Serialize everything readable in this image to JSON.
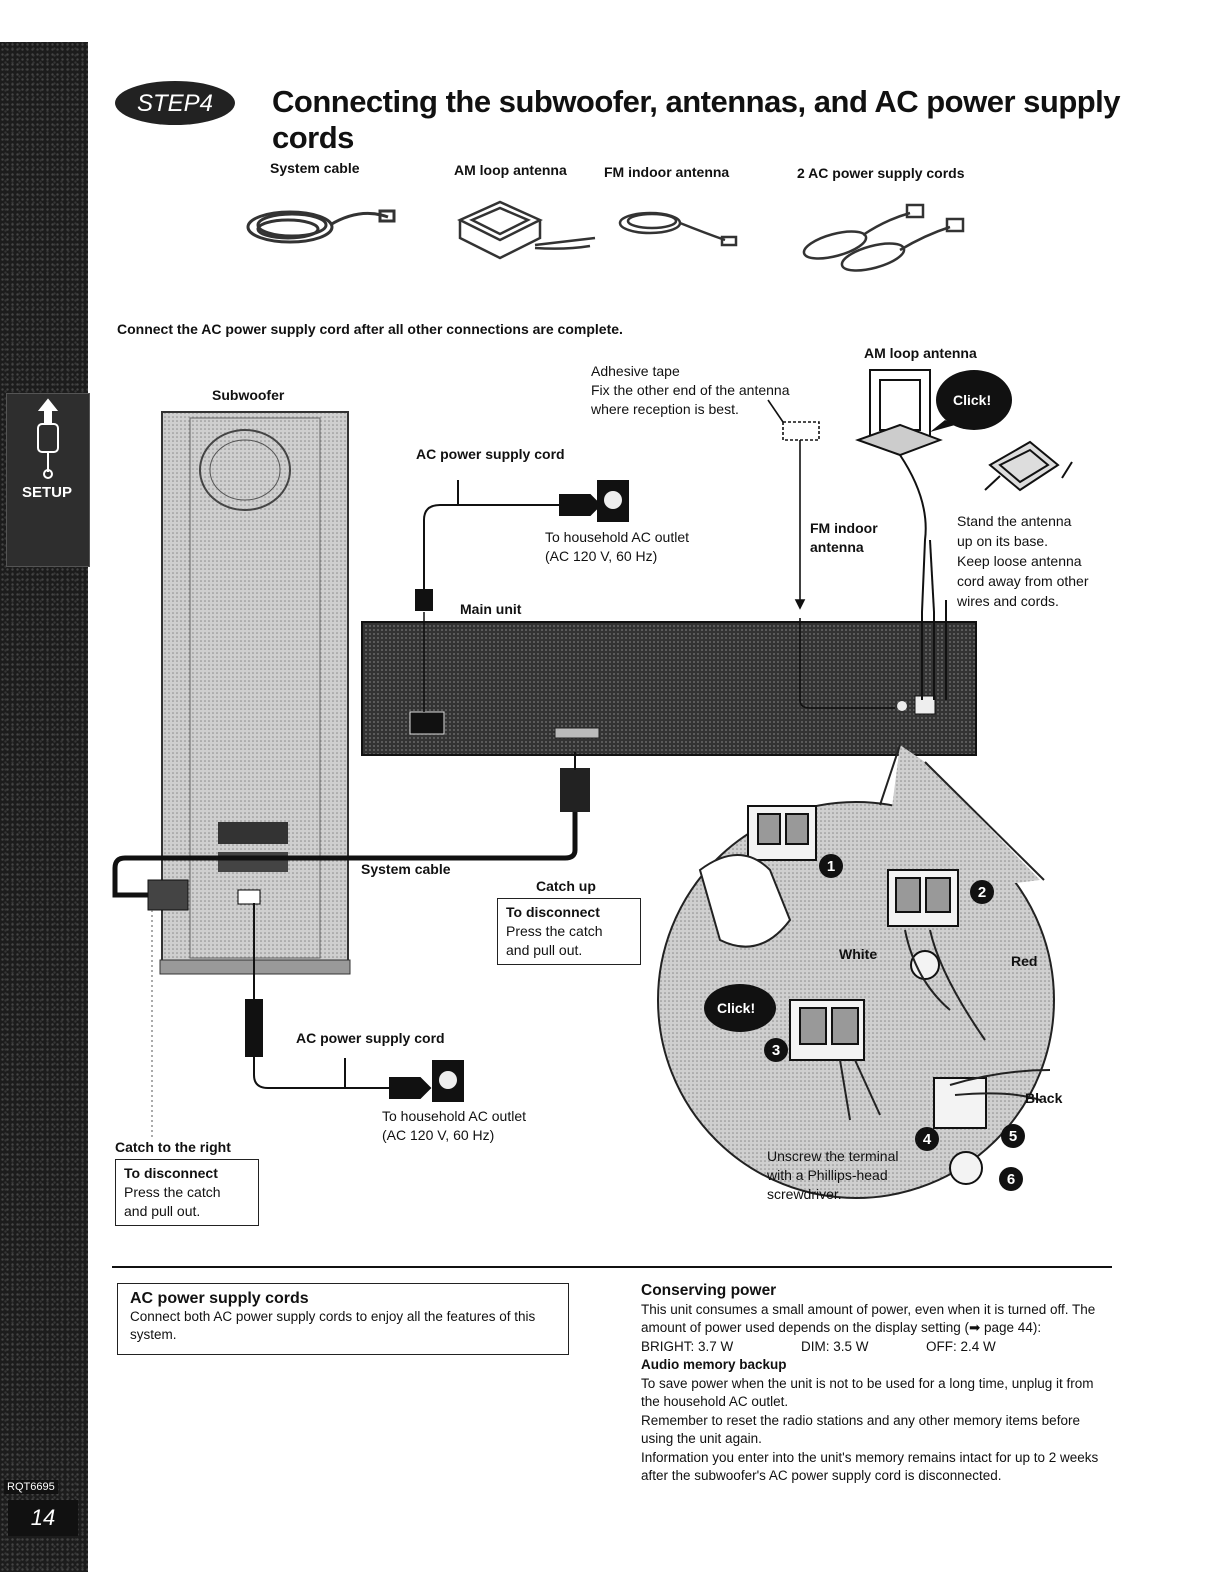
{
  "side": {
    "section_label": "SETUP",
    "model_code": "RQT6695",
    "page_number": "14"
  },
  "header": {
    "badge_text": "STEP4",
    "title": "Connecting the subwoofer, antennas, and AC power supply cords"
  },
  "accessories": [
    {
      "label": "System cable"
    },
    {
      "label": "AM loop antenna"
    },
    {
      "label": "FM indoor antenna"
    },
    {
      "label": "2 AC power supply cords"
    }
  ],
  "instruction": "Connect the AC power supply cord after all other connections are complete.",
  "diagram": {
    "subwoofer_label": "Subwoofer",
    "main_unit_label": "Main unit",
    "ac_cord_top_label": "AC power supply cord",
    "outlet_top_line1": "To household AC outlet",
    "outlet_top_line2": "(AC 120 V, 60 Hz)",
    "ac_cord_bottom_label": "AC power supply cord",
    "outlet_bottom_line1": "To household AC outlet",
    "outlet_bottom_line2": "(AC 120 V, 60 Hz)",
    "system_cable_label": "System cable",
    "catch_up_label": "Catch up",
    "catch_right_label": "Catch to the right",
    "disconnect_title": "To disconnect",
    "disconnect_line1": "Press the catch",
    "disconnect_line2": "and pull out.",
    "disconnect2_title": "To disconnect",
    "disconnect2_line1": "Press the catch",
    "disconnect2_line2": "and pull out.",
    "tape_line1": "Adhesive tape",
    "tape_line2": "Fix the other end of the antenna",
    "tape_line3": "where reception is best.",
    "fm_label_line1": "FM indoor",
    "fm_label_line2": "antenna",
    "am_label": "AM loop antenna",
    "click_top": "Click!",
    "click_bottom": "Click!",
    "stand_line1": "Stand the antenna",
    "stand_line2": "up on its base.",
    "stand_line3": "Keep loose antenna",
    "stand_line4": "cord away from other",
    "stand_line5": "wires and cords.",
    "white_label": "White",
    "red_label": "Red",
    "black_label": "Black",
    "unscrew_line1": "Unscrew the terminal",
    "unscrew_line2": "with a Phillips-head",
    "unscrew_line3": "screwdriver.",
    "steps": [
      "1",
      "2",
      "3",
      "4",
      "5",
      "6"
    ]
  },
  "ac_note": {
    "title": "AC power supply cords",
    "text": "Connect both AC power supply cords to enjoy all the features of this system."
  },
  "conserving": {
    "title": "Conserving power",
    "text": "This unit consumes a small amount of power, even when it is turned off. The amount of power used depends on the display setting (➡ page 44):",
    "bright": "BRIGHT: 3.7 W",
    "dim": "DIM: 3.5 W",
    "off": "OFF: 2.4 W",
    "backup_title": "Audio memory backup",
    "backup_p1": "To save power when the unit is not to be used for a long time, unplug it from the household AC outlet.",
    "backup_p2": "Remember to reset the radio stations and any other memory items before using the unit again.",
    "backup_p3": "Information you enter into the unit's memory remains intact for up to 2 weeks after the subwoofer's AC power supply cord is disconnected."
  },
  "colors": {
    "ink": "#111111",
    "strip": "#1c1c1c",
    "device_dark": "#2a2a2a",
    "device_light": "#bdbdbd"
  }
}
